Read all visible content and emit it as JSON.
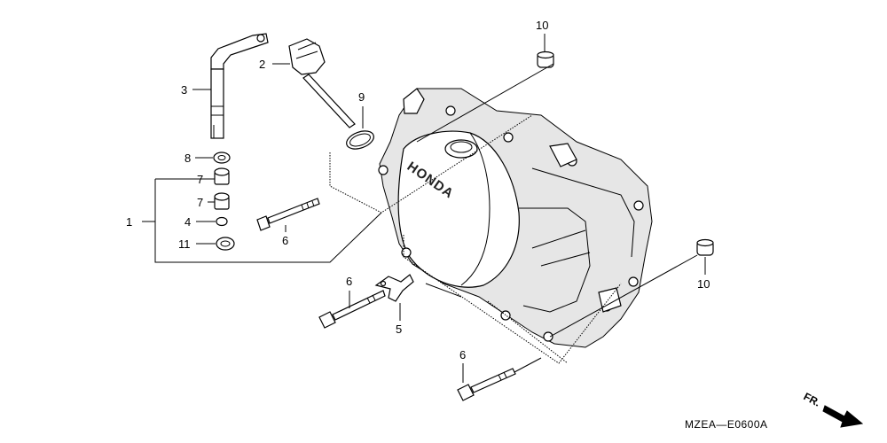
{
  "diagram": {
    "brand_text": "HONDA",
    "drawing_code": "MZEA—E0600A",
    "direction_label": "FR.",
    "callouts": {
      "c1": "1",
      "c2": "2",
      "c3": "3",
      "c4": "4",
      "c5": "5",
      "c6a": "6",
      "c6b": "6",
      "c6c": "6",
      "c7a": "7",
      "c7b": "7",
      "c8": "8",
      "c9": "9",
      "c10a": "10",
      "c10b": "10",
      "c11": "11"
    }
  }
}
